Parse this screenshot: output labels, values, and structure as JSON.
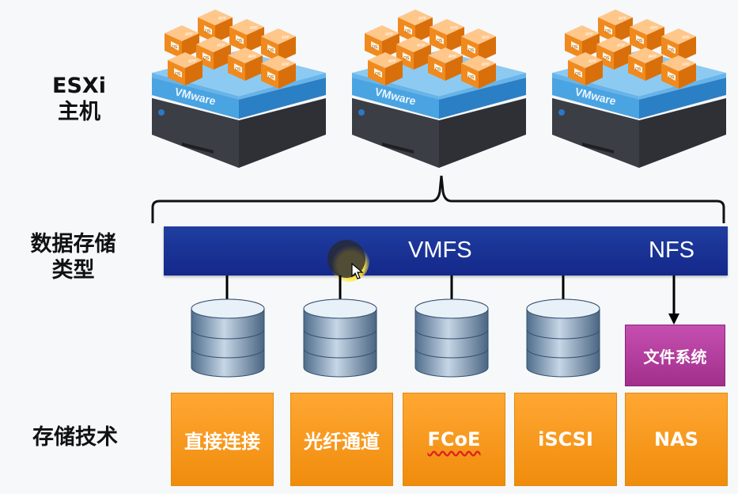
{
  "row_labels": {
    "host_line1": "ESXi",
    "host_line2": "主机",
    "storage_type_line1": "数据存储",
    "storage_type_line2": "类型",
    "storage_tech": "存储技术"
  },
  "hosts": [
    {
      "platform": "VMware",
      "vm_labels": [
        "APP",
        "OS"
      ]
    },
    {
      "platform": "VMware",
      "vm_labels": [
        "APP",
        "OS"
      ]
    },
    {
      "platform": "VMware",
      "vm_labels": [
        "APP",
        "OS"
      ]
    }
  ],
  "datastore_types": {
    "vmfs": "VMFS",
    "nfs": "NFS"
  },
  "file_system": "文件系统",
  "technologies": [
    "直接连接",
    "光纤通道",
    "FCoE",
    "iSCSI",
    "NAS"
  ],
  "colors": {
    "band": "#1a32a0",
    "tech_box": "#f7961a",
    "file_system_box": "#b03c9c",
    "vm_orange": "#f08a1e",
    "hypervisor_blue": "#3e96d8"
  }
}
